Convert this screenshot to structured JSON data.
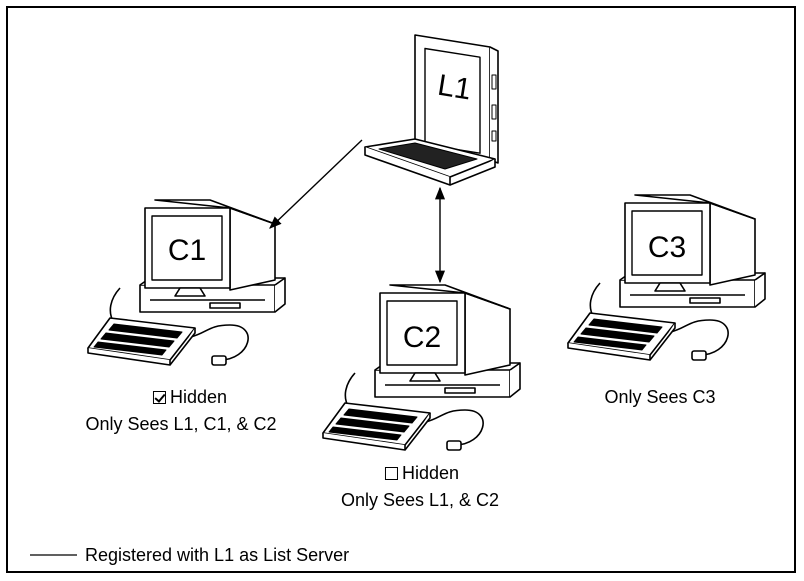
{
  "nodes": {
    "L1": {
      "screen_label": "L1"
    },
    "C1": {
      "screen_label": "C1",
      "hidden_label": "Hidden",
      "hidden_checked": true,
      "sees": "Only Sees L1, C1, & C2"
    },
    "C2": {
      "screen_label": "C2",
      "hidden_label": "Hidden",
      "hidden_checked": false,
      "sees": "Only Sees L1, & C2"
    },
    "C3": {
      "screen_label": "C3",
      "sees": "Only Sees C3"
    }
  },
  "legend": {
    "text": "Registered with L1 as List Server"
  }
}
